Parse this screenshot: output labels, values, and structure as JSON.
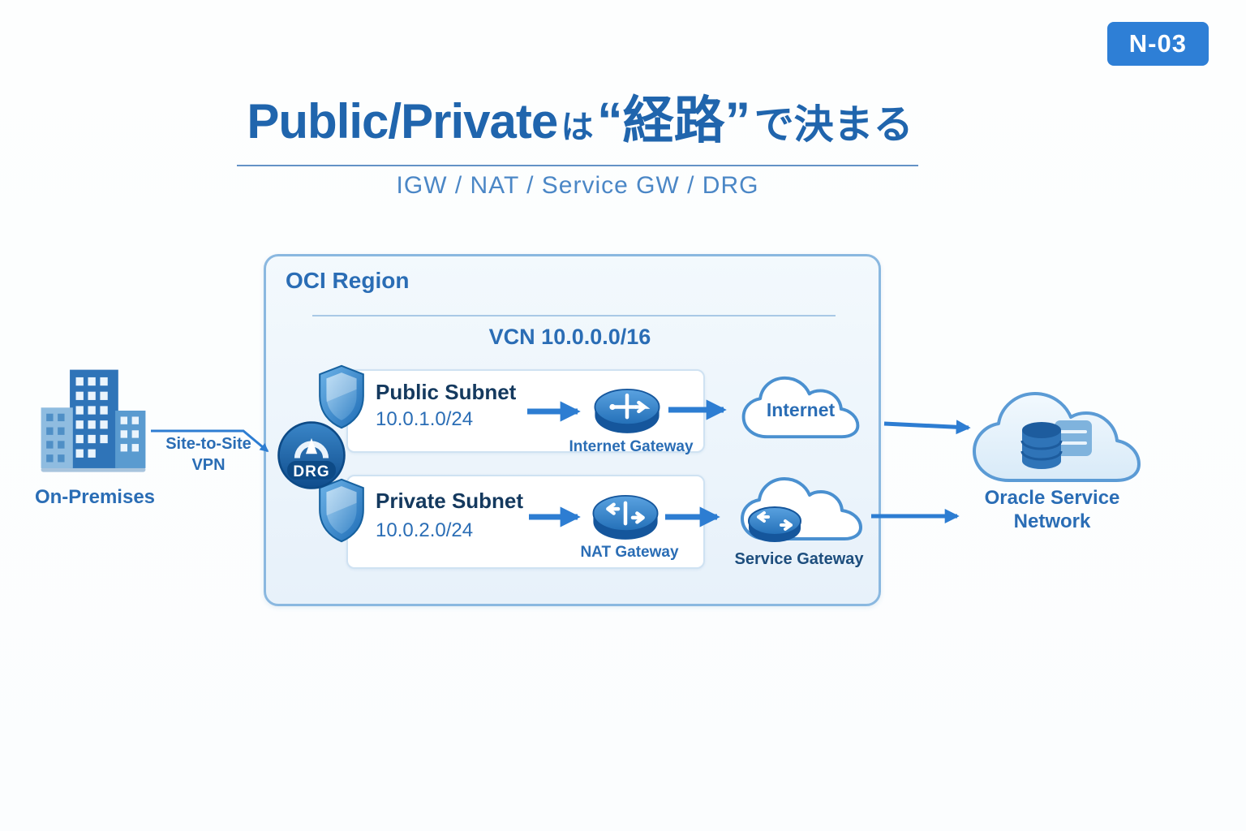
{
  "badge": {
    "label": "N-03"
  },
  "title": {
    "part1": "Public/Private",
    "part2": "は",
    "part3": "“経路”",
    "part4": "で決まる"
  },
  "subtitle": {
    "label": "IGW / NAT / Service GW / DRG"
  },
  "on_premises": {
    "label": "On-Premises"
  },
  "vpn": {
    "line1": "Site-to-Site",
    "line2": "VPN"
  },
  "drg": {
    "label": "DRG"
  },
  "region": {
    "label": "OCI Region",
    "vcn_label": "VCN 10.0.0.0/16"
  },
  "public_subnet": {
    "title": "Public Subnet",
    "cidr": "10.0.1.0/24",
    "gateway_label": "Internet Gateway"
  },
  "private_subnet": {
    "title": "Private Subnet",
    "cidr": "10.0.2.0/24",
    "gateway_label": "NAT Gateway"
  },
  "internet": {
    "label": "Internet"
  },
  "service_gateway": {
    "label": "Service Gateway"
  },
  "oracle_service_network": {
    "line1": "Oracle Service",
    "line2": "Network"
  },
  "colors": {
    "accent": "#2d7dd2",
    "title_blue": "#2065ad",
    "label_blue": "#2a6db5",
    "dark_navy": "#14395e",
    "region_border": "#8ab8e0",
    "region_bg": "#edf5fc",
    "badge_bg": "#2e7fd6"
  }
}
